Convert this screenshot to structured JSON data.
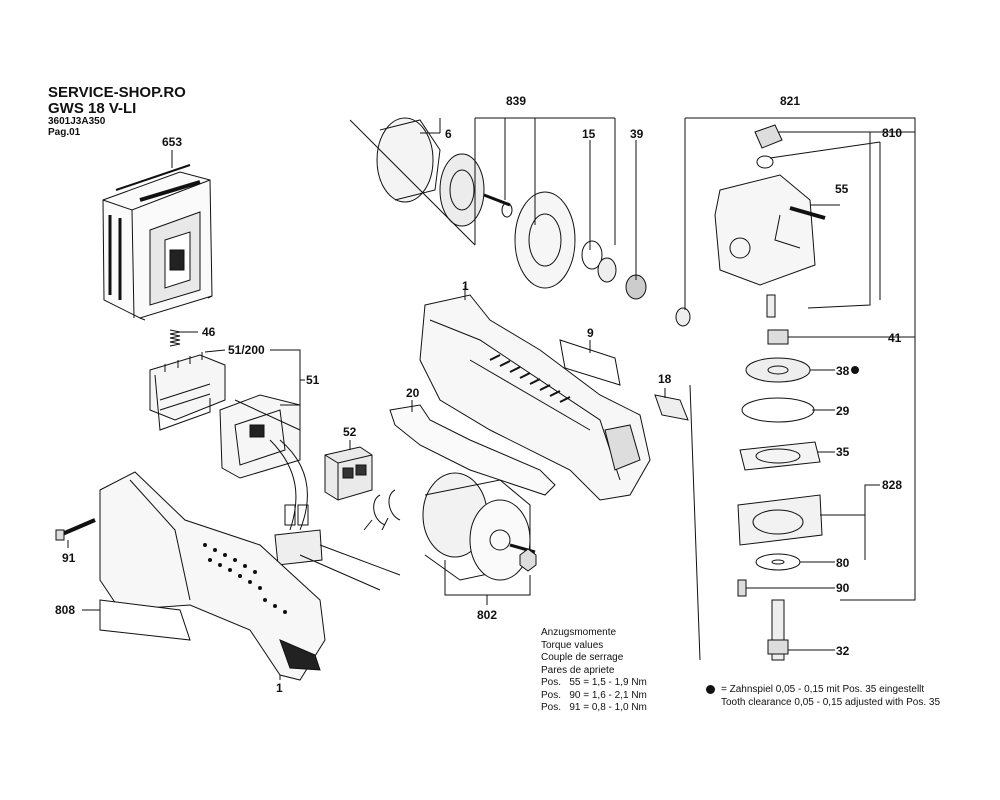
{
  "header": {
    "shop": "SERVICE-SHOP.RO",
    "model": "GWS 18 V-LI",
    "code": "3601J3A350",
    "page": "Pag.01"
  },
  "parts": {
    "p653": "653",
    "p839": "839",
    "p821": "821",
    "p6": "6",
    "p15": "15",
    "p39": "39",
    "p810": "810",
    "p55": "55",
    "p1_top": "1",
    "p46": "46",
    "p51_200": "51/200",
    "p51": "51",
    "p9": "9",
    "p41": "41",
    "p38": "38",
    "p20": "20",
    "p18": "18",
    "p29": "29",
    "p35": "35",
    "p52": "52",
    "p828": "828",
    "p91": "91",
    "p80": "80",
    "p90": "90",
    "p802": "802",
    "p808": "808",
    "p32": "32",
    "p1_bottom": "1"
  },
  "torque_note": {
    "title_de": "Anzugsmomente",
    "title_en": "Torque values",
    "title_fr": "Couple de serrage",
    "title_ro": "Pares de apriete",
    "rows": [
      "Pos.   55 = 1,5 - 1,9 Nm",
      "Pos.   90 = 1,6 - 2,1 Nm",
      "Pos.   91 = 0,8 - 1,0 Nm"
    ]
  },
  "tooth_note": {
    "de": "= Zahnspiel 0,05 - 0,15 mit Pos. 35 eingestellt",
    "en": "Tooth clearance 0,05 - 0,15 adjusted with Pos. 35"
  }
}
